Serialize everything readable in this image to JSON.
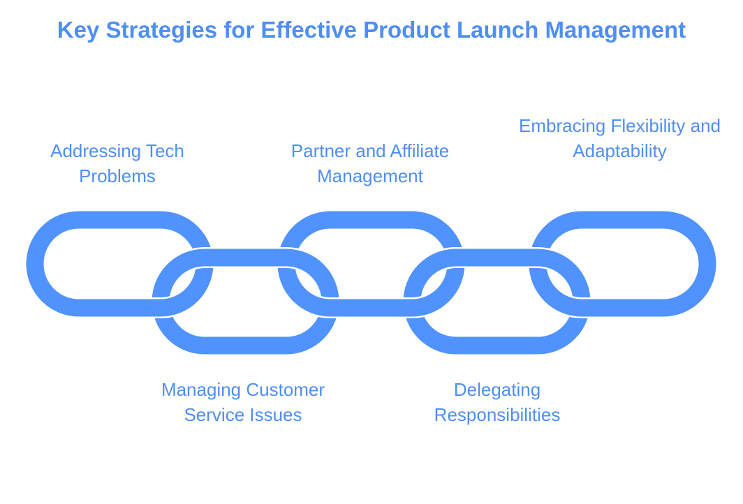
{
  "title": "Key Strategies for Effective Product Launch Management",
  "colors": {
    "link": "#5093FF",
    "text": "#4F8FF5"
  },
  "top_labels": [
    "Addressing Tech Problems",
    "Partner and Affiliate Management",
    "Embracing Flexibility and Adaptability"
  ],
  "bottom_labels": [
    "Managing Customer Service Issues",
    "Delegating Responsibilities"
  ]
}
